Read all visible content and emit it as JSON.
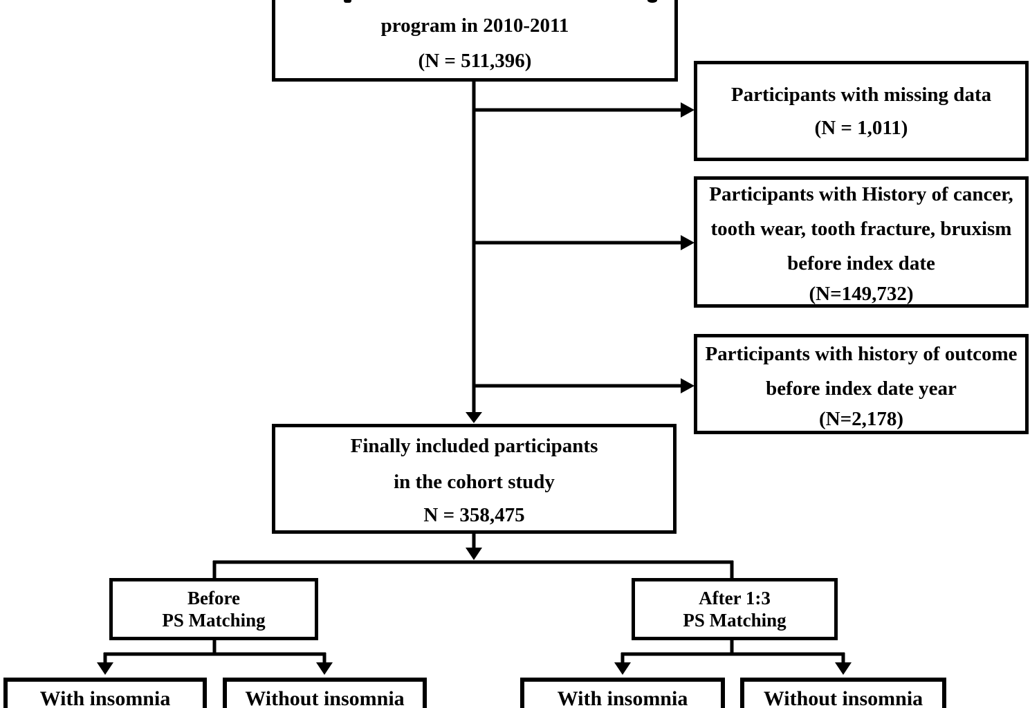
{
  "flowchart": {
    "title_hint": "Study participant selection flow diagram",
    "colors": {
      "line": "#000000",
      "background": "#ffffff",
      "text": "#000000"
    },
    "top_box": {
      "first_line_clipped": true,
      "lines": [
        "program in 2010-2011",
        "(N = 511,396)"
      ]
    },
    "exclusion_boxes": [
      {
        "lines": [
          "Participants with missing data",
          "(N = 1,011)"
        ]
      },
      {
        "lines": [
          "Participants with History of cancer,",
          "tooth wear, tooth fracture, bruxism",
          "before index date",
          "(N=149,732)"
        ]
      },
      {
        "lines": [
          "Participants with history of outcome",
          "before index date year",
          "(N=2,178)"
        ]
      }
    ],
    "included_box": {
      "lines": [
        "Finally included participants",
        "in the cohort study",
        "N = 358,475"
      ]
    },
    "before_matching_box": {
      "lines": [
        "Before",
        "PS Matching"
      ]
    },
    "after_matching_box": {
      "lines": [
        "After 1:3",
        "PS Matching"
      ]
    },
    "bottom_boxes": [
      {
        "label": "With insomnia"
      },
      {
        "label": "Without insomnia"
      },
      {
        "label": "With insomnia"
      },
      {
        "label": "Without insomnia"
      }
    ]
  }
}
